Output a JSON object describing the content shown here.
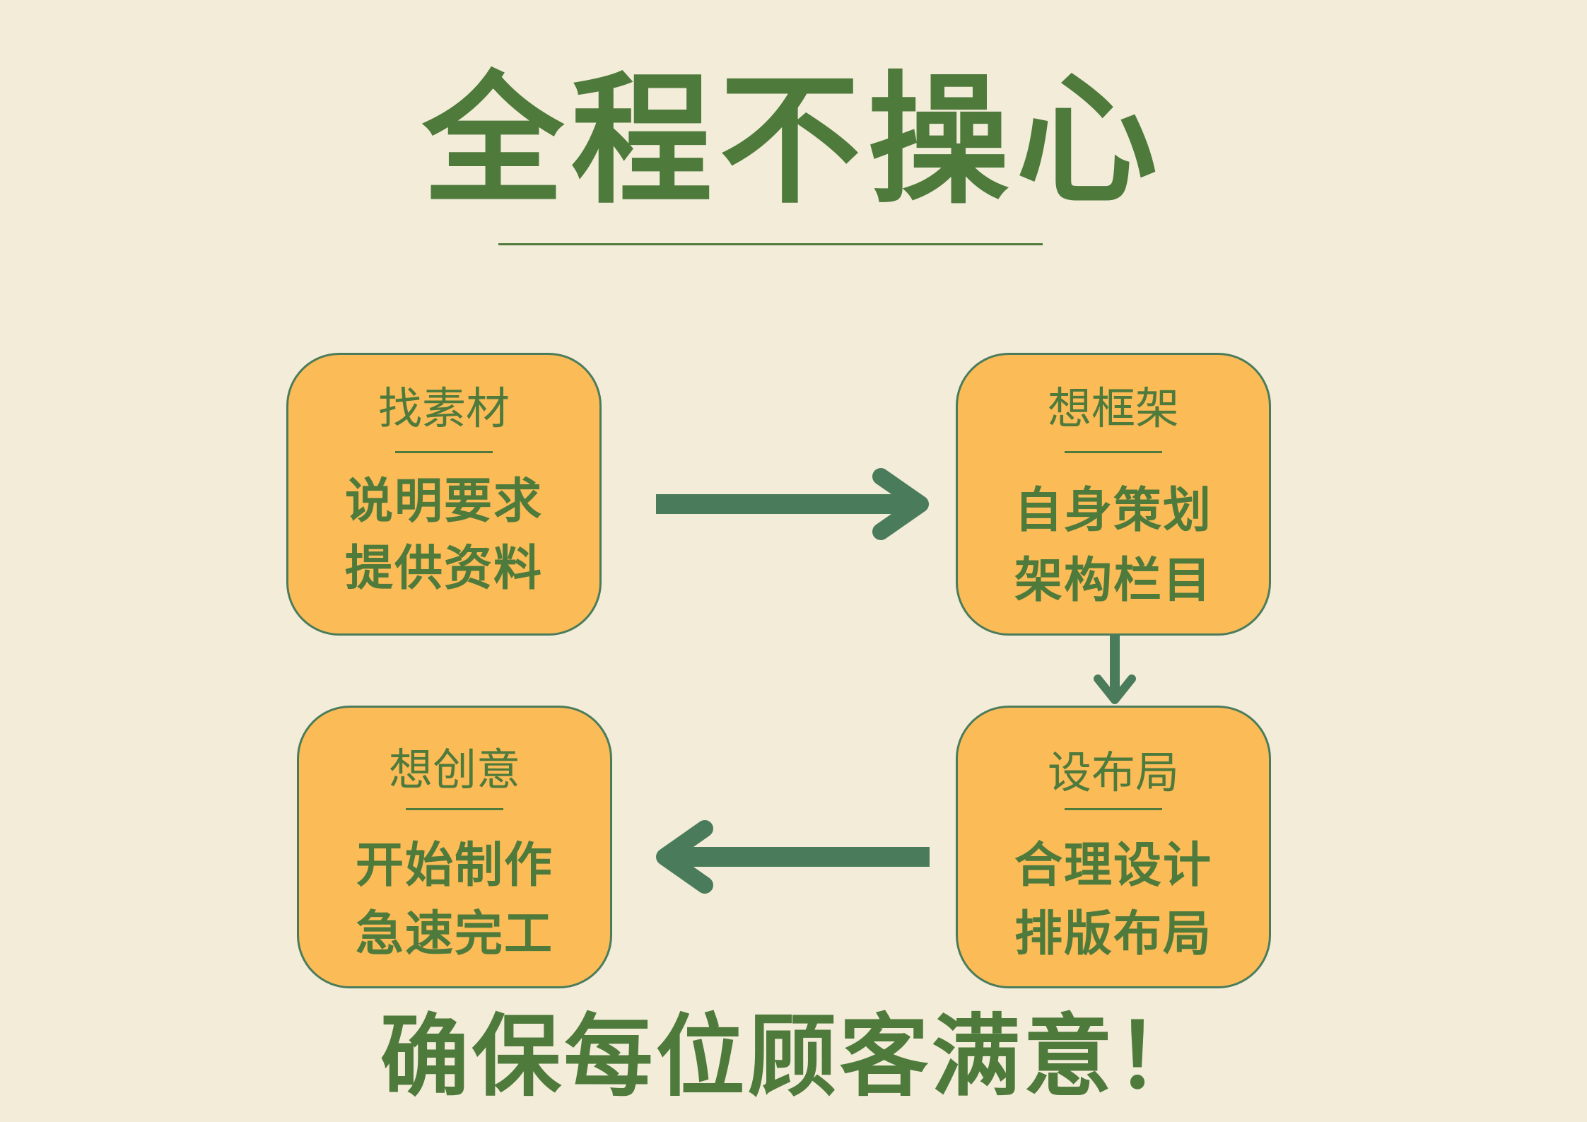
{
  "title": "全程不操心",
  "steps": [
    {
      "heading": "找素材",
      "lines": [
        "说明要求",
        "提供资料"
      ]
    },
    {
      "heading": "想框架",
      "lines": [
        "自身策划",
        "架构栏目"
      ]
    },
    {
      "heading": "设布局",
      "lines": [
        "合理设计",
        "排版布局"
      ]
    },
    {
      "heading": "想创意",
      "lines": [
        "开始制作",
        "急速完工"
      ]
    }
  ],
  "footer": "确保每位顾客满意！",
  "colors": {
    "background": "#f3ecd8",
    "card_fill": "#fbbb57",
    "card_border": "#4a7c5c",
    "text": "#4e7a3c",
    "arrow": "#4a7c5c"
  }
}
